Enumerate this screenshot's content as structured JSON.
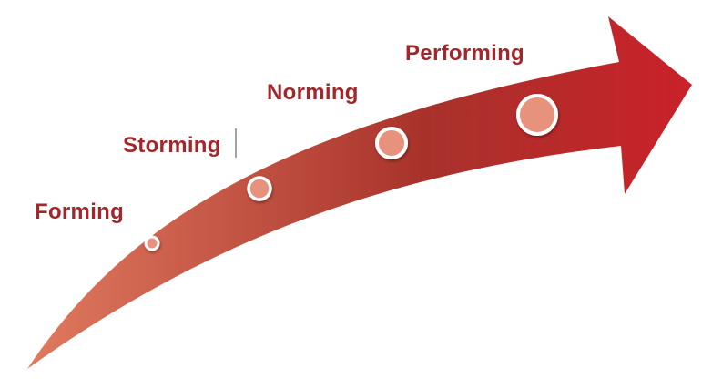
{
  "colors": {
    "label": "#a2272a",
    "arrow_start": "#e07a5f",
    "arrow_mid": "#a8322b",
    "arrow_end": "#c9212a",
    "marker_fill": "#e6927c",
    "marker_stroke": "#ffffff"
  },
  "stages": [
    {
      "label": "Forming"
    },
    {
      "label": "Storming"
    },
    {
      "label": "Norming"
    },
    {
      "label": "Performing"
    }
  ]
}
